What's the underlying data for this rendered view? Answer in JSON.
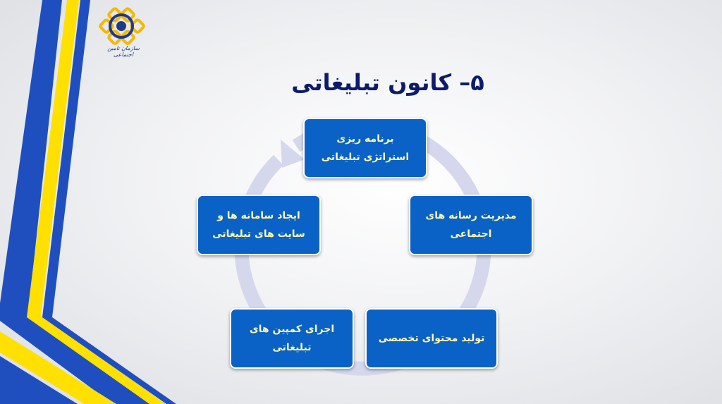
{
  "slide": {
    "title": "۵– کانون تبلیغاتی",
    "logo_caption": "سازمان تامین اجتماعی"
  },
  "cycle": {
    "items": [
      {
        "label": "برنامه ریزی استراتژی تبلیغاتی"
      },
      {
        "label": "مدیریت رسانه های اجتماعی"
      },
      {
        "label": "تولید محتوای تخصصی"
      },
      {
        "label": "اجرای کمپین های تبلیغاتی"
      },
      {
        "label": "ایجاد سامانه ها و سایت های تبلیغاتی"
      }
    ]
  },
  "colors": {
    "box_fill": "#0a62c6",
    "box_text": "#fff8b0",
    "title": "#0d1b6b",
    "stripe_blue": "#1f4fbf",
    "stripe_yellow": "#ffe000",
    "cycle_arrow": "#d5d8ec"
  }
}
